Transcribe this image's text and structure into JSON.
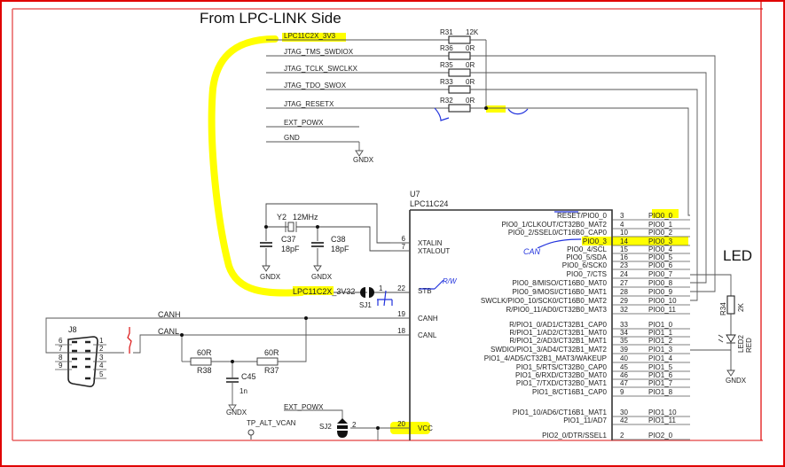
{
  "title": "From LPC-LINK Side",
  "led_heading": "LED",
  "colors": {
    "border": "#e00000",
    "wire": "#444444",
    "highlight": "#ffff00",
    "pen_blue": "#2233dd",
    "pen_red": "#dd2222"
  },
  "link_nets": [
    {
      "net": "LPC11C2X_3V3",
      "ref": "R31",
      "value": "12K"
    },
    {
      "net": "JTAG_TMS_SWDIOX",
      "ref": "R36",
      "value": "0R"
    },
    {
      "net": "JTAG_TCLK_SWCLKX",
      "ref": "R35",
      "value": "0R"
    },
    {
      "net": "JTAG_TDO_SWOX",
      "ref": "R33",
      "value": "0R"
    },
    {
      "net": "JTAG_RESETX",
      "ref": "R32",
      "value": "0R"
    },
    {
      "net": "EXT_POWX"
    },
    {
      "net": "GND"
    }
  ],
  "gnd_label": "GNDX",
  "crystal": {
    "ref": "Y2",
    "value": "12MHz"
  },
  "caps": [
    {
      "ref": "C37",
      "value": "18pF"
    },
    {
      "ref": "C38",
      "value": "18pF"
    },
    {
      "ref": "C45",
      "value": "1n"
    }
  ],
  "chip": {
    "ref": "U7",
    "part": "LPC11C24",
    "left_pins": [
      {
        "num": "6",
        "name": "XTALIN"
      },
      {
        "num": "7",
        "name": "XTALOUT"
      },
      {
        "num": "22",
        "name": "STB"
      },
      {
        "num": "19",
        "name": "CANH"
      },
      {
        "num": "18",
        "name": "CANL"
      },
      {
        "num": "20",
        "name": "VCC"
      }
    ],
    "right_pins": [
      {
        "num": "3",
        "func": "RESET/PIO0_0",
        "net": "PIO0_0"
      },
      {
        "num": "4",
        "func": "PIO0_1/CLKOUT/CT32B0_MAT2",
        "net": "PIO0_1"
      },
      {
        "num": "10",
        "func": "PIO0_2/SSEL0/CT16B0_CAP0",
        "net": "PIO0_2"
      },
      {
        "num": "14",
        "func": "PIO0_3",
        "net": "PIO0_3"
      },
      {
        "num": "15",
        "func": "PIO0_4/SCL",
        "net": "PIO0_4"
      },
      {
        "num": "16",
        "func": "PIO0_5/SDA",
        "net": "PIO0_5"
      },
      {
        "num": "23",
        "func": "PIO0_6/SCK0",
        "net": "PIO0_6"
      },
      {
        "num": "24",
        "func": "PIO0_7/CTS",
        "net": "PIO0_7"
      },
      {
        "num": "27",
        "func": "PIO0_8/MISO/CT16B0_MAT0",
        "net": "PIO0_8"
      },
      {
        "num": "28",
        "func": "PIO0_9/MOSI/CT16B0_MAT1",
        "net": "PIO0_9"
      },
      {
        "num": "29",
        "func": "SWCLK/PIO0_10/SCK0/CT16B0_MAT2",
        "net": "PIO0_10"
      },
      {
        "num": "32",
        "func": "R/PIO0_11/AD0/CT32B0_MAT3",
        "net": "PIO0_11"
      },
      {
        "num": "33",
        "func": "R/PIO1_0/AD1/CT32B1_CAP0",
        "net": "PIO1_0"
      },
      {
        "num": "34",
        "func": "R/PIO1_1/AD2/CT32B1_MAT0",
        "net": "PIO1_1"
      },
      {
        "num": "35",
        "func": "R/PIO1_2/AD3/CT32B1_MAT1",
        "net": "PIO1_2"
      },
      {
        "num": "39",
        "func": "SWDIO/PIO1_3/AD4/CT32B1_MAT2",
        "net": "PIO1_3"
      },
      {
        "num": "40",
        "func": "PIO1_4/AD5/CT32B1_MAT3/WAKEUP",
        "net": "PIO1_4"
      },
      {
        "num": "45",
        "func": "PIO1_5/RTS/CT32B0_CAP0",
        "net": "PIO1_5"
      },
      {
        "num": "46",
        "func": "PIO1_6/RXD/CT32B0_MAT0",
        "net": "PIO1_6"
      },
      {
        "num": "47",
        "func": "PIO1_7/TXD/CT32B0_MAT1",
        "net": "PIO1_7"
      },
      {
        "num": "9",
        "func": "PIO1_8/CT16B1_CAP0",
        "net": "PIO1_8"
      },
      {
        "num": "30",
        "func": "PIO1_10/AD6/CT16B1_MAT1",
        "net": "PIO1_10"
      },
      {
        "num": "42",
        "func": "PIO1_11/AD7",
        "net": "PIO1_11"
      },
      {
        "num": "2",
        "func": "PIO2_0/DTR/SSEL1",
        "net": "PIO2_0"
      }
    ]
  },
  "supply_net": "LPC11C2X_3V32",
  "sj1": {
    "ref": "SJ1",
    "pin": "1"
  },
  "sj2": {
    "ref": "SJ2",
    "pin": "2",
    "net": "EXT_POWX"
  },
  "testpoint": "TP_ALT_VCAN",
  "can_nets": {
    "high": "CANH",
    "low": "CANL"
  },
  "term_resistors": [
    {
      "ref": "R38",
      "value": "60R"
    },
    {
      "ref": "R37",
      "value": "60R"
    }
  ],
  "connector": {
    "ref": "J8",
    "pins": [
      "1",
      "2",
      "3",
      "4",
      "5",
      "6",
      "7",
      "8",
      "9"
    ]
  },
  "led_circuit": {
    "resistor": "R34",
    "value": "2K",
    "led": "LED2",
    "color": "RED"
  },
  "annotations": {
    "can": "CAN",
    "rw": "R/W"
  }
}
